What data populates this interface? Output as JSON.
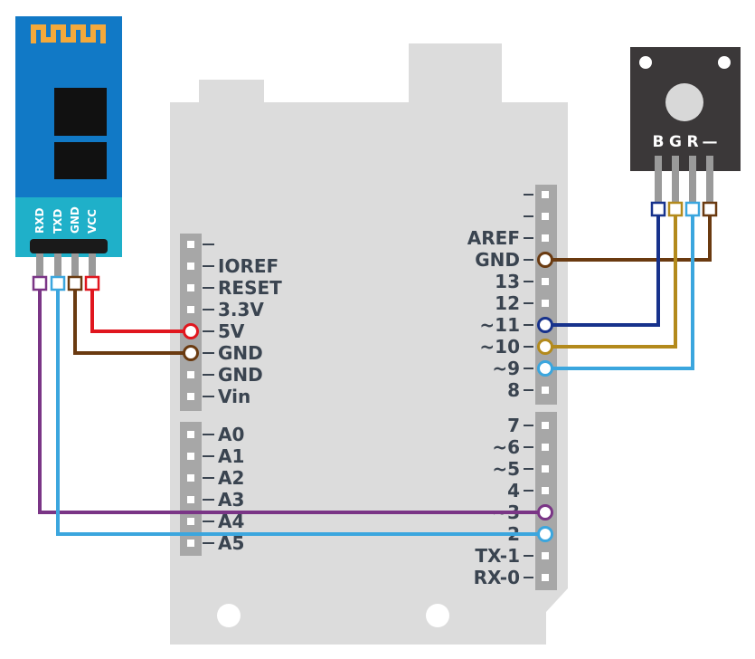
{
  "colors": {
    "board": "#dcdcdc",
    "header": "#a7a7a7",
    "bt_module": "#1179c6",
    "bt_strip": "#1fb0c9",
    "led_module": "#3b3839",
    "wire_red": "#e0161e",
    "wire_brown": "#6a3a10",
    "wire_purple": "#7a3586",
    "wire_lightblue": "#3ba6de",
    "wire_navy": "#17328c",
    "wire_gold": "#b38a1c"
  },
  "bluetooth_module": {
    "pins": [
      "RXD",
      "TXD",
      "GND",
      "VCC"
    ]
  },
  "rgb_led_module": {
    "pins": [
      "B",
      "G",
      "R",
      "—"
    ]
  },
  "arduino": {
    "power_header": [
      "",
      "IOREF",
      "RESET",
      "3.3V",
      "5V",
      "GND",
      "GND",
      "Vin"
    ],
    "analog_header": [
      "A0",
      "A1",
      "A2",
      "A3",
      "A4",
      "A5"
    ],
    "digital_header_top": [
      "",
      "",
      "AREF",
      "GND",
      "13",
      "12",
      "~11",
      "~10",
      "~9",
      "8"
    ],
    "digital_header_bottom": [
      "7",
      "~6",
      "~5",
      "4",
      "~3",
      "2",
      "TX-1",
      "RX-0"
    ]
  }
}
